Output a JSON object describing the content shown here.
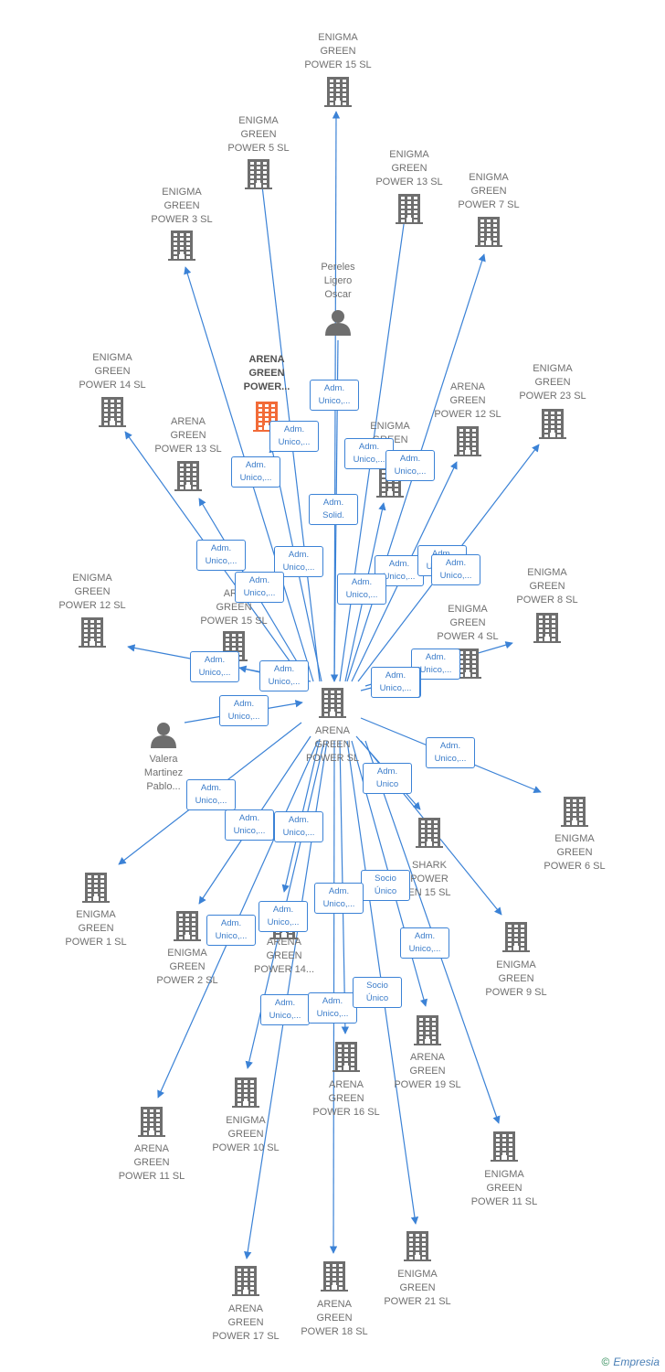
{
  "colors": {
    "edge": "#3b82d6",
    "icon": "#6e6e6e",
    "highlight": "#f26b38",
    "label": "#707070"
  },
  "center": {
    "id": "center",
    "label": "ARENA\nGREEN\nPOWER  SL",
    "kind": "company"
  },
  "nodes": [
    {
      "id": "ep15",
      "label": "ENIGMA\nGREEN\nPOWER 15  SL",
      "kind": "company"
    },
    {
      "id": "ep5",
      "label": "ENIGMA\nGREEN\nPOWER 5  SL",
      "kind": "company"
    },
    {
      "id": "ep13",
      "label": "ENIGMA\nGREEN\nPOWER 13  SL",
      "kind": "company"
    },
    {
      "id": "ep7",
      "label": "ENIGMA\nGREEN\nPOWER 7  SL",
      "kind": "company"
    },
    {
      "id": "ep3",
      "label": "ENIGMA\nGREEN\nPOWER 3  SL",
      "kind": "company"
    },
    {
      "id": "pereles",
      "label": "Pereles\nLigero\nOscar",
      "kind": "person"
    },
    {
      "id": "ep14",
      "label": "ENIGMA\nGREEN\nPOWER 14  SL",
      "kind": "company"
    },
    {
      "id": "agp_hl",
      "label": "ARENA\nGREEN\nPOWER...",
      "kind": "company",
      "highlight": true
    },
    {
      "id": "agp12",
      "label": "ARENA\nGREEN\nPOWER 12  SL",
      "kind": "company"
    },
    {
      "id": "ep23",
      "label": "ENIGMA\nGREEN\nPOWER 23  SL",
      "kind": "company"
    },
    {
      "id": "agp13",
      "label": "ARENA\nGREEN\nPOWER 13  SL",
      "kind": "company"
    },
    {
      "id": "eg_mid",
      "label": "ENIGMA\nGREEN",
      "kind": "company"
    },
    {
      "id": "ep8",
      "label": "ENIGMA\nGREEN\nPOWER 8  SL",
      "kind": "company"
    },
    {
      "id": "ep12",
      "label": "ENIGMA\nGREEN\nPOWER 12  SL",
      "kind": "company"
    },
    {
      "id": "agp15",
      "label": "ARE\nGREEN\nPOWER 15  SL",
      "kind": "company"
    },
    {
      "id": "ep4",
      "label": "ENIGMA\nGREEN\nPOWER 4  SL",
      "kind": "company"
    },
    {
      "id": "valera",
      "label": "Valera\nMartinez\nPablo...",
      "kind": "person"
    },
    {
      "id": "ep6",
      "label": "ENIGMA\nGREEN\nPOWER 6  SL",
      "kind": "company"
    },
    {
      "id": "shark",
      "label": "SHARK\nPOWER\nEN 15  SL",
      "kind": "company"
    },
    {
      "id": "ep1",
      "label": "ENIGMA\nGREEN\nPOWER 1  SL",
      "kind": "company"
    },
    {
      "id": "ep2",
      "label": "ENIGMA\nGREEN\nPOWER 2  SL",
      "kind": "company"
    },
    {
      "id": "agp14",
      "label": "ARENA\nGREEN\nPOWER 14...",
      "kind": "company"
    },
    {
      "id": "ep9",
      "label": "ENIGMA\nGREEN\nPOWER 9  SL",
      "kind": "company"
    },
    {
      "id": "agp19",
      "label": "ARENA\nGREEN\nPOWER 19  SL",
      "kind": "company"
    },
    {
      "id": "agp16",
      "label": "ARENA\nGREEN\nPOWER 16  SL",
      "kind": "company"
    },
    {
      "id": "ep10",
      "label": "ENIGMA\nGREEN\nPOWER 10  SL",
      "kind": "company"
    },
    {
      "id": "agp11",
      "label": "ARENA\nGREEN\nPOWER 11  SL",
      "kind": "company"
    },
    {
      "id": "ep11",
      "label": "ENIGMA\nGREEN\nPOWER 11  SL",
      "kind": "company"
    },
    {
      "id": "ep21",
      "label": "ENIGMA\nGREEN\nPOWER 21  SL",
      "kind": "company"
    },
    {
      "id": "agp17",
      "label": "ARENA\nGREEN\nPOWER 17  SL",
      "kind": "company"
    },
    {
      "id": "agp18",
      "label": "ARENA\nGREEN\nPOWER 18  SL",
      "kind": "company"
    }
  ],
  "edges": [
    {
      "from": "center",
      "to": "ep15"
    },
    {
      "from": "center",
      "to": "ep5"
    },
    {
      "from": "center",
      "to": "ep13"
    },
    {
      "from": "center",
      "to": "ep7"
    },
    {
      "from": "center",
      "to": "ep3"
    },
    {
      "from": "pereles",
      "to": "center"
    },
    {
      "from": "center",
      "to": "ep14"
    },
    {
      "from": "center",
      "to": "agp_hl"
    },
    {
      "from": "center",
      "to": "agp12"
    },
    {
      "from": "center",
      "to": "ep23"
    },
    {
      "from": "center",
      "to": "agp13"
    },
    {
      "from": "center",
      "to": "eg_mid"
    },
    {
      "from": "center",
      "to": "ep8"
    },
    {
      "from": "center",
      "to": "ep12"
    },
    {
      "from": "center",
      "to": "agp15"
    },
    {
      "from": "center",
      "to": "ep4"
    },
    {
      "from": "valera",
      "to": "center"
    },
    {
      "from": "center",
      "to": "ep6"
    },
    {
      "from": "center",
      "to": "shark"
    },
    {
      "from": "center",
      "to": "ep1"
    },
    {
      "from": "center",
      "to": "ep2"
    },
    {
      "from": "center",
      "to": "agp14"
    },
    {
      "from": "center",
      "to": "ep9"
    },
    {
      "from": "center",
      "to": "agp19"
    },
    {
      "from": "center",
      "to": "agp16"
    },
    {
      "from": "center",
      "to": "ep10"
    },
    {
      "from": "center",
      "to": "agp11"
    },
    {
      "from": "center",
      "to": "ep11"
    },
    {
      "from": "center",
      "to": "ep21"
    },
    {
      "from": "center",
      "to": "agp17"
    },
    {
      "from": "center",
      "to": "agp18"
    }
  ],
  "edge_labels": [
    "Adm.\nUnico,...",
    "Adm.\nUnico,...",
    "Adm.\nUnico,...",
    "Adm.\nUnico,...",
    "Adm.\nSolid.",
    "Adm.\nUnico,...",
    "Adm.\nUnico,...",
    "Adm.\nUnico,...",
    "Adm.\nUnico,...",
    "Adm.\nUnico,...",
    "Adm.\nUnico,...",
    "Adm.\nUnico,...",
    "Adm.\nUnico,...",
    "Adm.\nUnico,...",
    "Adm.\nUnico,...",
    "Adm.\nSolid.",
    "Adm.\nUnico,...",
    "Adm.\nUnico",
    "Adm.\nUnico,...",
    "Adm.\nUnico,...",
    "Adm.\nUnico,...",
    "Adm.\nUnico,...",
    "Socio\nÚnico",
    "Adm.\nUnico,...",
    "Adm.\nUnico,...",
    "Adm.\nUnico,...",
    "Adm.\nUnico,...",
    "Adm.\nUnico,...",
    "Adm.\nUnico,...",
    "Socio\nÚnico",
    "Adm.\nUnico,...",
    "Adm.\nUnico,..."
  ],
  "footer": {
    "copyright": "©",
    "brand": "Empresia"
  }
}
